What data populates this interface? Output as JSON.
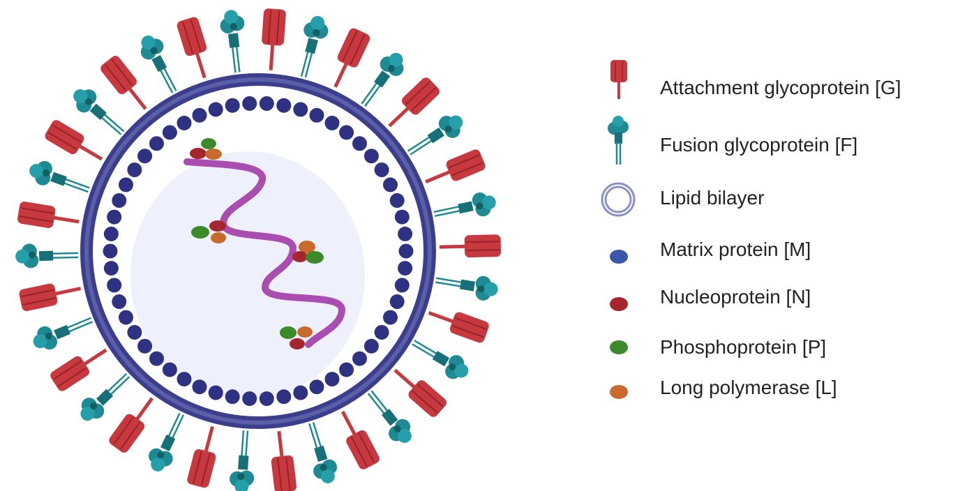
{
  "legend": {
    "items": [
      {
        "key": "G",
        "icon": "attachment-glycoprotein-icon",
        "label": "Attachment glycoprotein  [G]"
      },
      {
        "key": "F",
        "icon": "fusion-glycoprotein-icon",
        "label": "Fusion glycoprotein [F]"
      },
      {
        "key": "bilayer",
        "icon": "lipid-bilayer-icon",
        "label": "Lipid bilayer"
      },
      {
        "key": "M",
        "icon": "matrix-protein-icon",
        "label": "Matrix protein  [M]"
      },
      {
        "key": "N",
        "icon": "nucleoprotein-icon",
        "label": "Nucleoprotein [N]"
      },
      {
        "key": "P",
        "icon": "phosphoprotein-icon",
        "label": "Phosphoprotein [P]"
      },
      {
        "key": "L",
        "icon": "long-polymerase-icon",
        "label": "Long polymerase [L]"
      }
    ]
  },
  "colors": {
    "attachment_glycoprotein": "#c8393f",
    "fusion_glycoprotein": "#1e8a93",
    "lipid_bilayer": "#3a3e8c",
    "matrix_protein": "#2f3283",
    "nucleoprotein": "#a5262b",
    "phosphoprotein": "#3d8a2a",
    "long_polymerase": "#c96a2c",
    "rna_genome": "#a94db0",
    "interior": "#eef0fb"
  }
}
